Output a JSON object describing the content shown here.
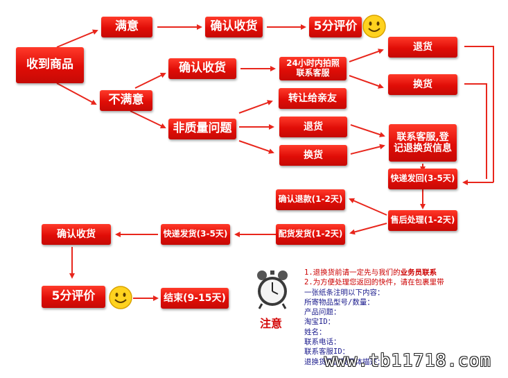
{
  "nodes": {
    "received": "收到商品",
    "satisfied": "满意",
    "confirm_receipt_top": "确认收货",
    "rate_top": "5分评价",
    "unsatisfied": "不满意",
    "confirm_receipt_mid": "确认收货",
    "contact_24h": "24小时内拍照联系客服",
    "return_top": "退货",
    "exchange_top": "换货",
    "non_quality": "非质量问题",
    "transfer_friend": "转让给亲友",
    "return_mid": "退货",
    "exchange_mid": "换货",
    "contact_service": "联系客服,登记退换货信息",
    "express_return": "快递发回(3-5天)",
    "confirm_refund": "确认退款(1-2天)",
    "after_sales": "售后处理(1-2天)",
    "dispatch": "配货发货(1-2天)",
    "express_ship": "快递发货(3-5天)",
    "confirm_receipt_bottom": "确认收货",
    "rate_bottom": "5分评价",
    "finish": "结束(9-15天)"
  },
  "note": {
    "label": "注意",
    "line1_prefix": "1.退换货前请一定先与我们的",
    "line1_accent": "业务员联系",
    "line2": "2.为方便处理您返回的快件，请在包裹里带",
    "line3": "一张纸条注明以下内容：",
    "line4": "所寄物品型号/数量：",
    "line5": "产品问题：",
    "line6": "淘宝ID：",
    "line7": "姓名：",
    "line8": "联系电话：",
    "line9": "联系客服ID：",
    "line10": "退换货原因及具体描述："
  },
  "watermark": "www.tb11718.com",
  "colors": {
    "box_red": "#e00d07",
    "arrow_red": "#e8261c",
    "note_blue": "#1a1a8c",
    "smiley_yellow": "#ffd21f"
  },
  "icons": {
    "smiley": "smiley-icon",
    "clock": "alarm-clock-icon"
  }
}
